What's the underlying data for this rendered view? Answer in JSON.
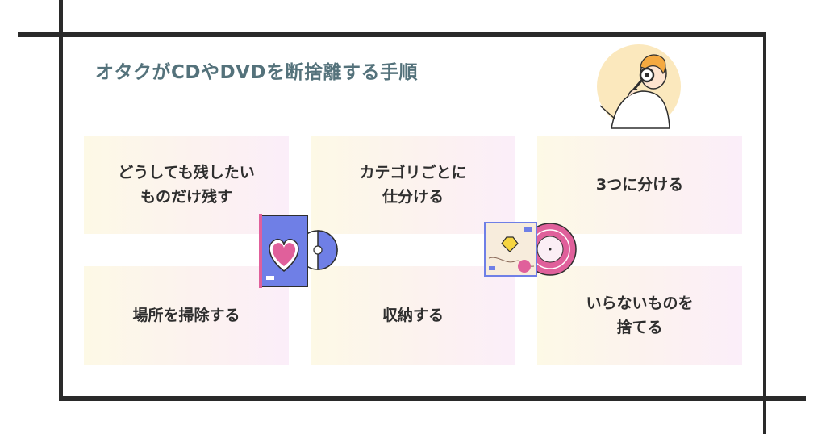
{
  "title": "オタクがCDやDVDを断捨離する手順",
  "steps": [
    {
      "label": "どうしても残したい\nものだけ残す"
    },
    {
      "label": "カテゴリごとに\n仕分ける"
    },
    {
      "label": "3つに分ける"
    },
    {
      "label": "場所を掃除する"
    },
    {
      "label": "収納する"
    },
    {
      "label": "いらないものを\n捨てる"
    }
  ],
  "colors": {
    "title": "#54727b",
    "frame": "#2a2a2a",
    "card_left": "#fdf9e6",
    "card_right": "#fbeef9",
    "accent_pink": "#e0609b",
    "accent_blue": "#6f7fe6"
  },
  "icons": [
    "person-with-magnifier-icon",
    "cd-heart-case-icon",
    "vinyl-record-case-icon"
  ]
}
